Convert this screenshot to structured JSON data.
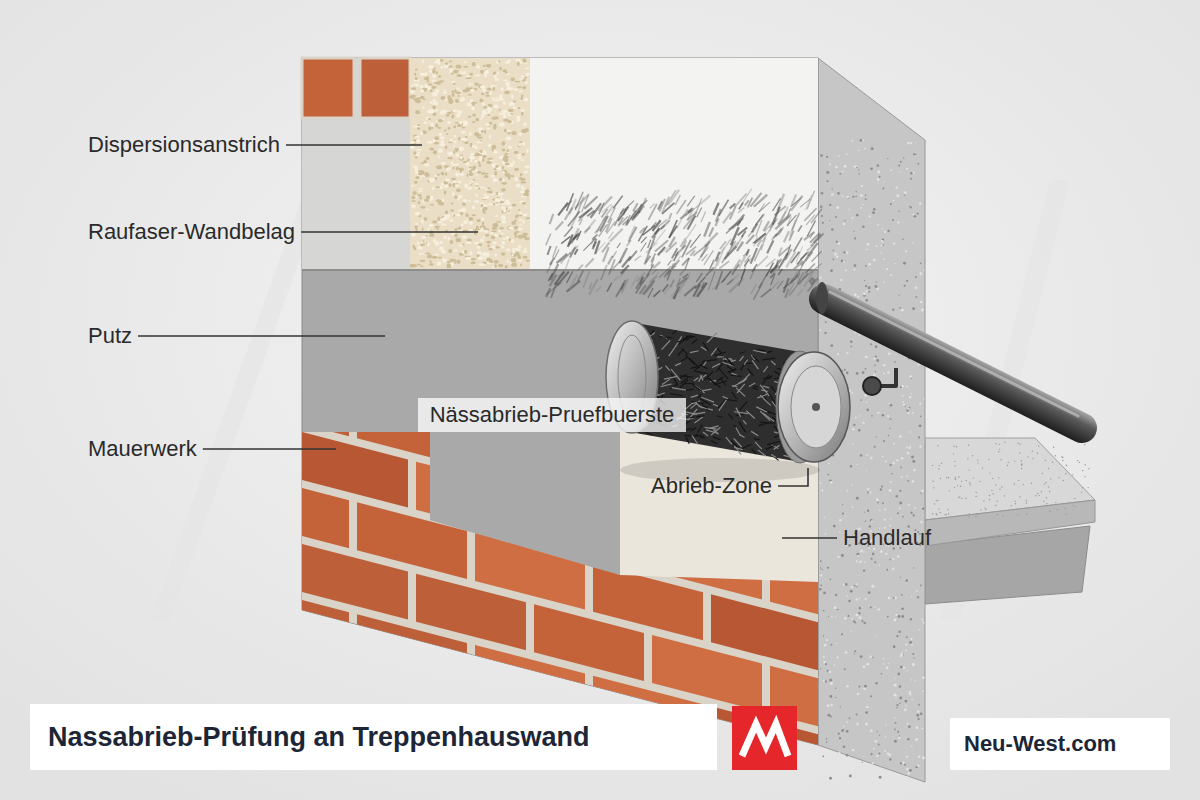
{
  "diagram": {
    "title": "Nassabrieb-Prüfung an Treppenhauswand",
    "labels": [
      "Dispersionsanstrich",
      "Raufaser-Wandbelag",
      "Putz",
      "Mauerwerk",
      "Nässabrieb-Pruefbuerste",
      "Abrieb-Zone",
      "Handlauf",
      "Neu-West.com"
    ]
  }
}
